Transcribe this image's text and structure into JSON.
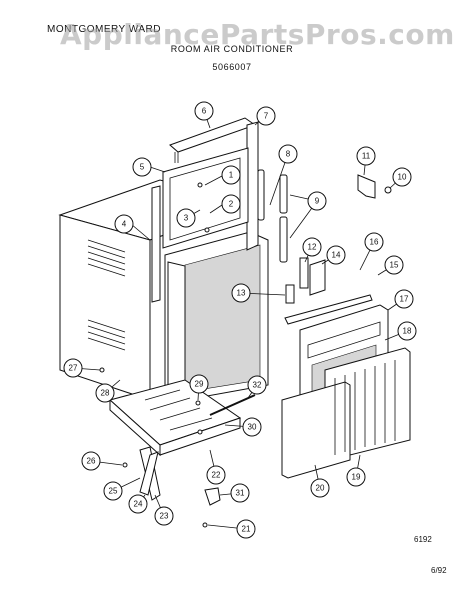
{
  "header": {
    "brand": "MONTGOMERY WARD",
    "watermark": "AppliancePartsPros.com",
    "title": "ROOM AIR CONDITIONER",
    "model": "5066007"
  },
  "footer": {
    "code": "6192",
    "date": "6/92"
  },
  "callouts": [
    "1",
    "2",
    "3",
    "4",
    "5",
    "6",
    "7",
    "8",
    "9",
    "10",
    "11",
    "12",
    "13",
    "14",
    "15",
    "16",
    "17",
    "18",
    "19",
    "20",
    "21",
    "22",
    "23",
    "24",
    "25",
    "26",
    "27",
    "28",
    "29",
    "30",
    "31",
    "32"
  ]
}
